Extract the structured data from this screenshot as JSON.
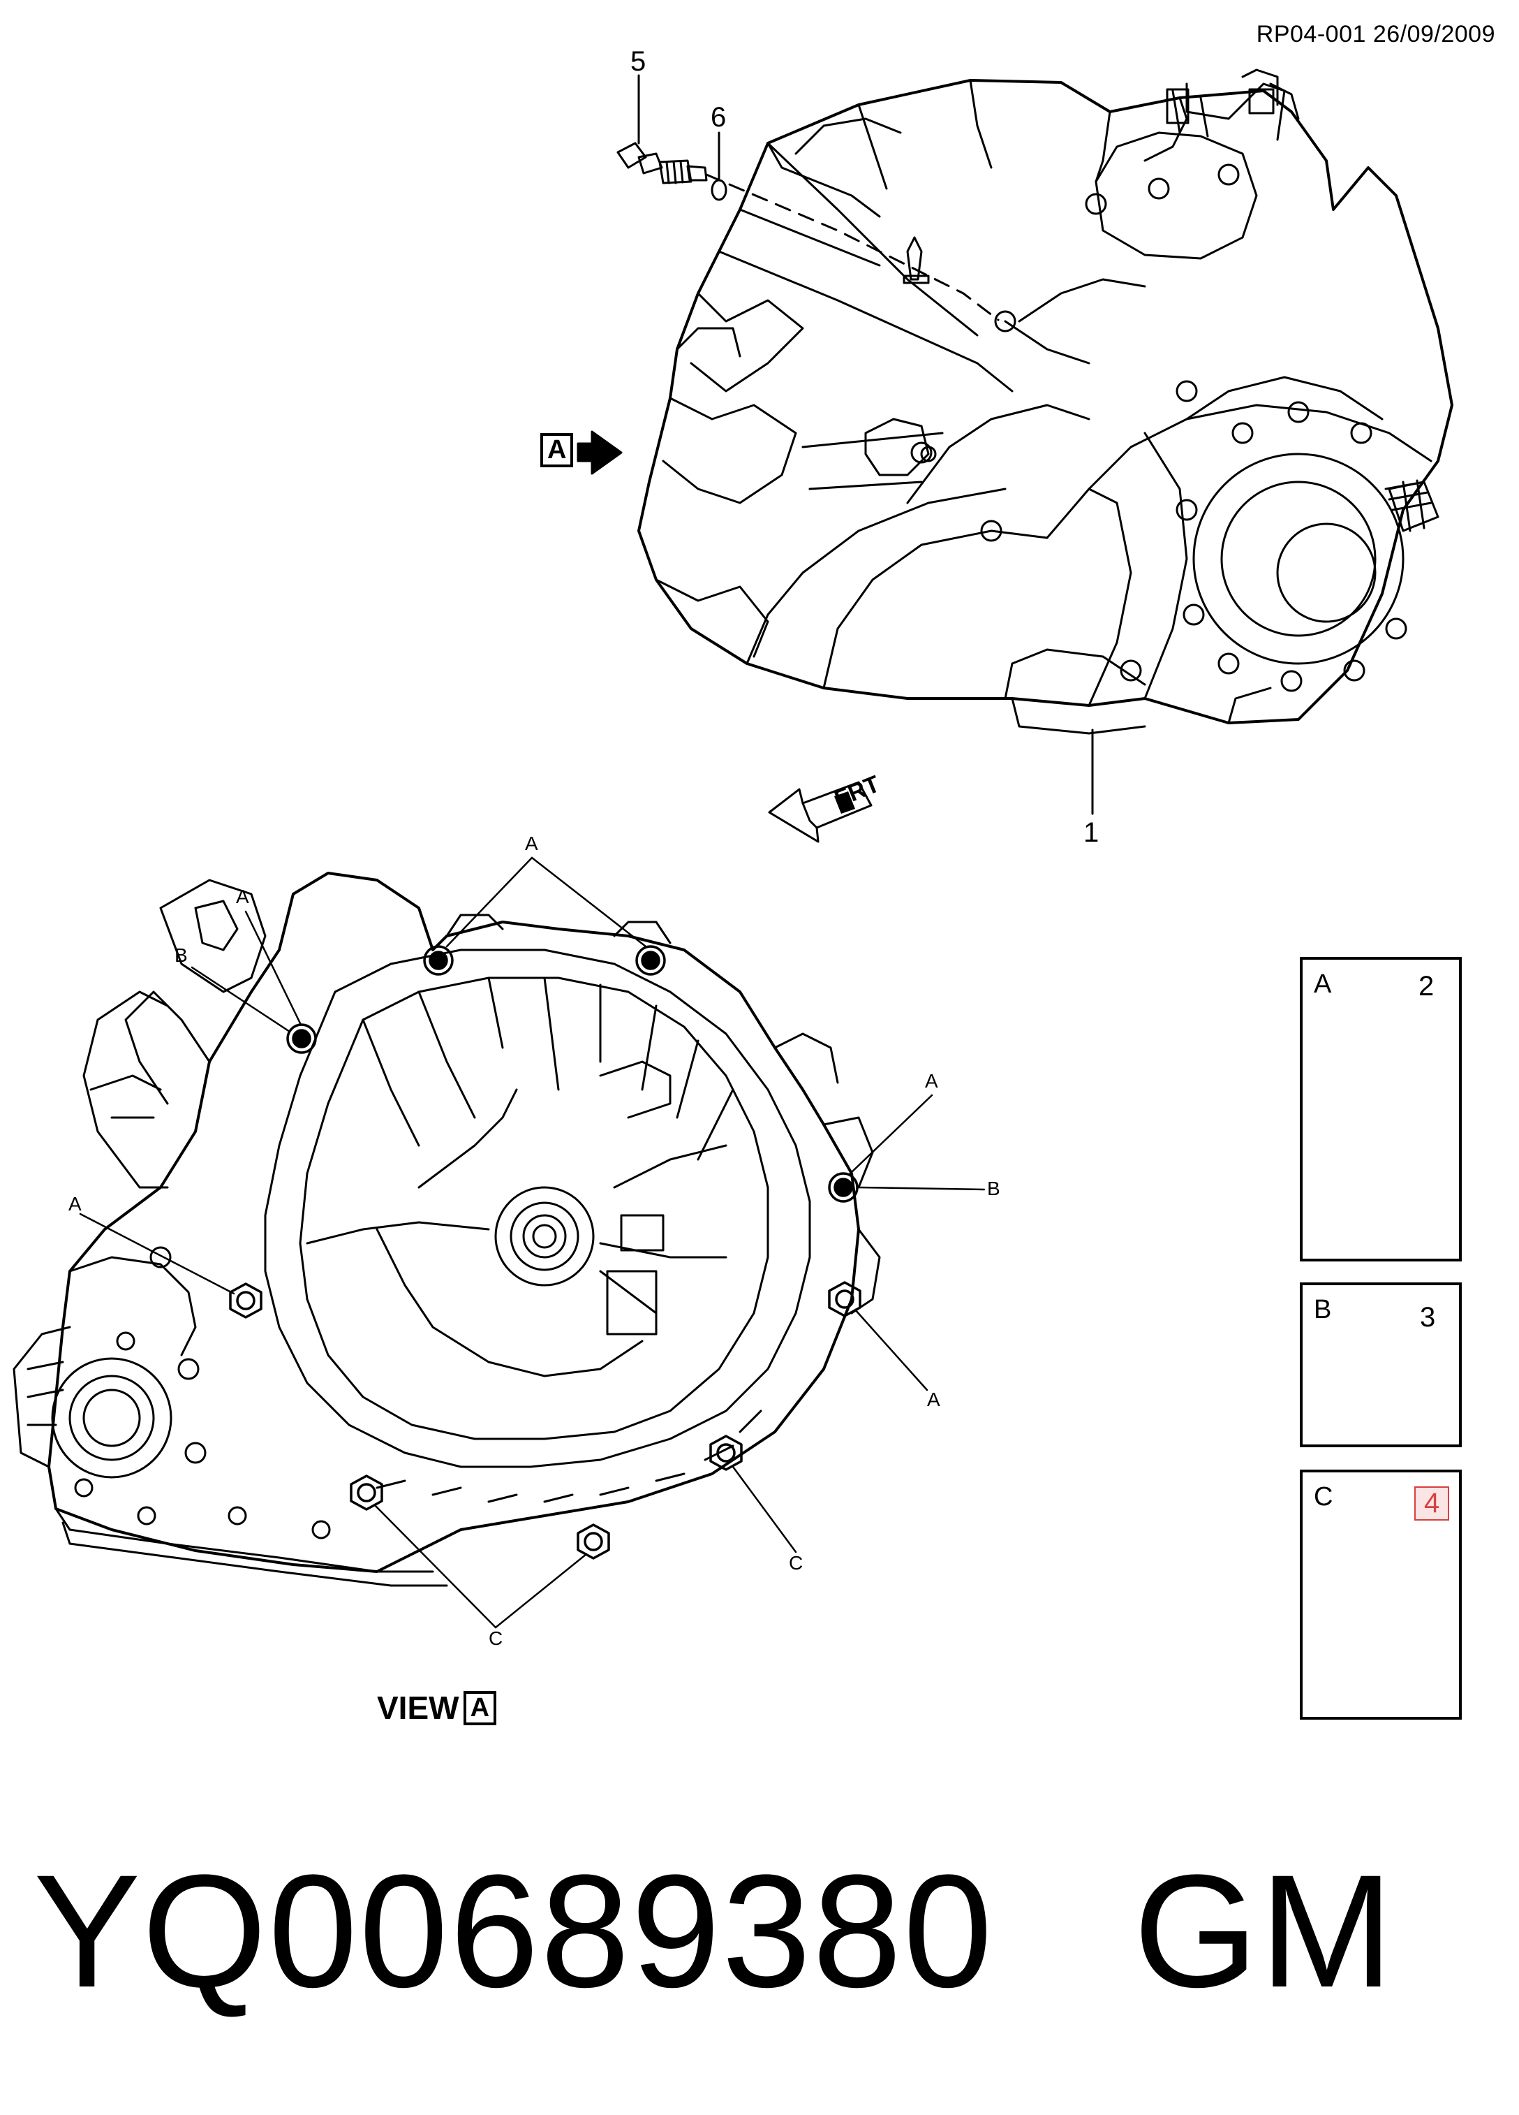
{
  "header": {
    "reference": "RP04-001 26/09/2009"
  },
  "callouts": {
    "item_1": "1",
    "item_5": "5",
    "item_6": "6"
  },
  "view_marker": {
    "letter": "A"
  },
  "front_arrow": {
    "label": "FRT"
  },
  "bolt_labels": {
    "a": "A",
    "b": "B",
    "c": "C"
  },
  "view_label": {
    "text": "VIEW",
    "letter": "A"
  },
  "legend": [
    {
      "letter": "A",
      "number": "2",
      "highlighted": false
    },
    {
      "letter": "B",
      "number": "3",
      "highlighted": false
    },
    {
      "letter": "C",
      "number": "4",
      "highlighted": true
    }
  ],
  "part_number": {
    "code": "YQ00689380",
    "brand": "GM"
  },
  "colors": {
    "line": "#000000",
    "highlight": "#d84040",
    "highlight_fill": "#fbe4e4"
  }
}
